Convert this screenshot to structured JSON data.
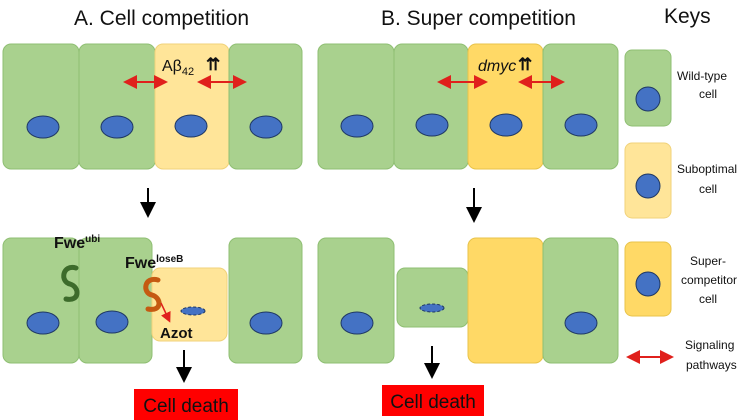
{
  "panel_a": {
    "title": "A. Cell competition",
    "top_label_main": "Aβ",
    "top_label_sub": "42",
    "up_arrows": "⇈",
    "fwe_ubi_main": "Fwe",
    "fwe_ubi_sup": "ubi",
    "fwe_lose_main": "Fwe",
    "fwe_lose_sup": "loseB",
    "azot": "Azot",
    "cell_death": "Cell death"
  },
  "panel_b": {
    "title": "B. Super competition",
    "top_label": "dmyc",
    "up_arrows": "⇈",
    "cell_death": "Cell death"
  },
  "keys": {
    "title": "Keys",
    "wild_type": [
      "Wild-type",
      "cell"
    ],
    "suboptimal": [
      "Suboptimal",
      "cell"
    ],
    "super_competitor": [
      "Super-",
      "competitor",
      "cell"
    ],
    "signaling": [
      "Signaling",
      "pathways"
    ]
  },
  "colors": {
    "wild_type_fill": "#a9d18e",
    "wild_type_stroke": "#8fbf73",
    "suboptimal_fill": "#ffe599",
    "super_fill": "#ffd966",
    "nucleus": "#4472c4",
    "signal_arrow": "#e0201c",
    "death_box": "#ff0000",
    "fwe_ubi": "#3d6b2b",
    "fwe_lose": "#c55a11"
  }
}
